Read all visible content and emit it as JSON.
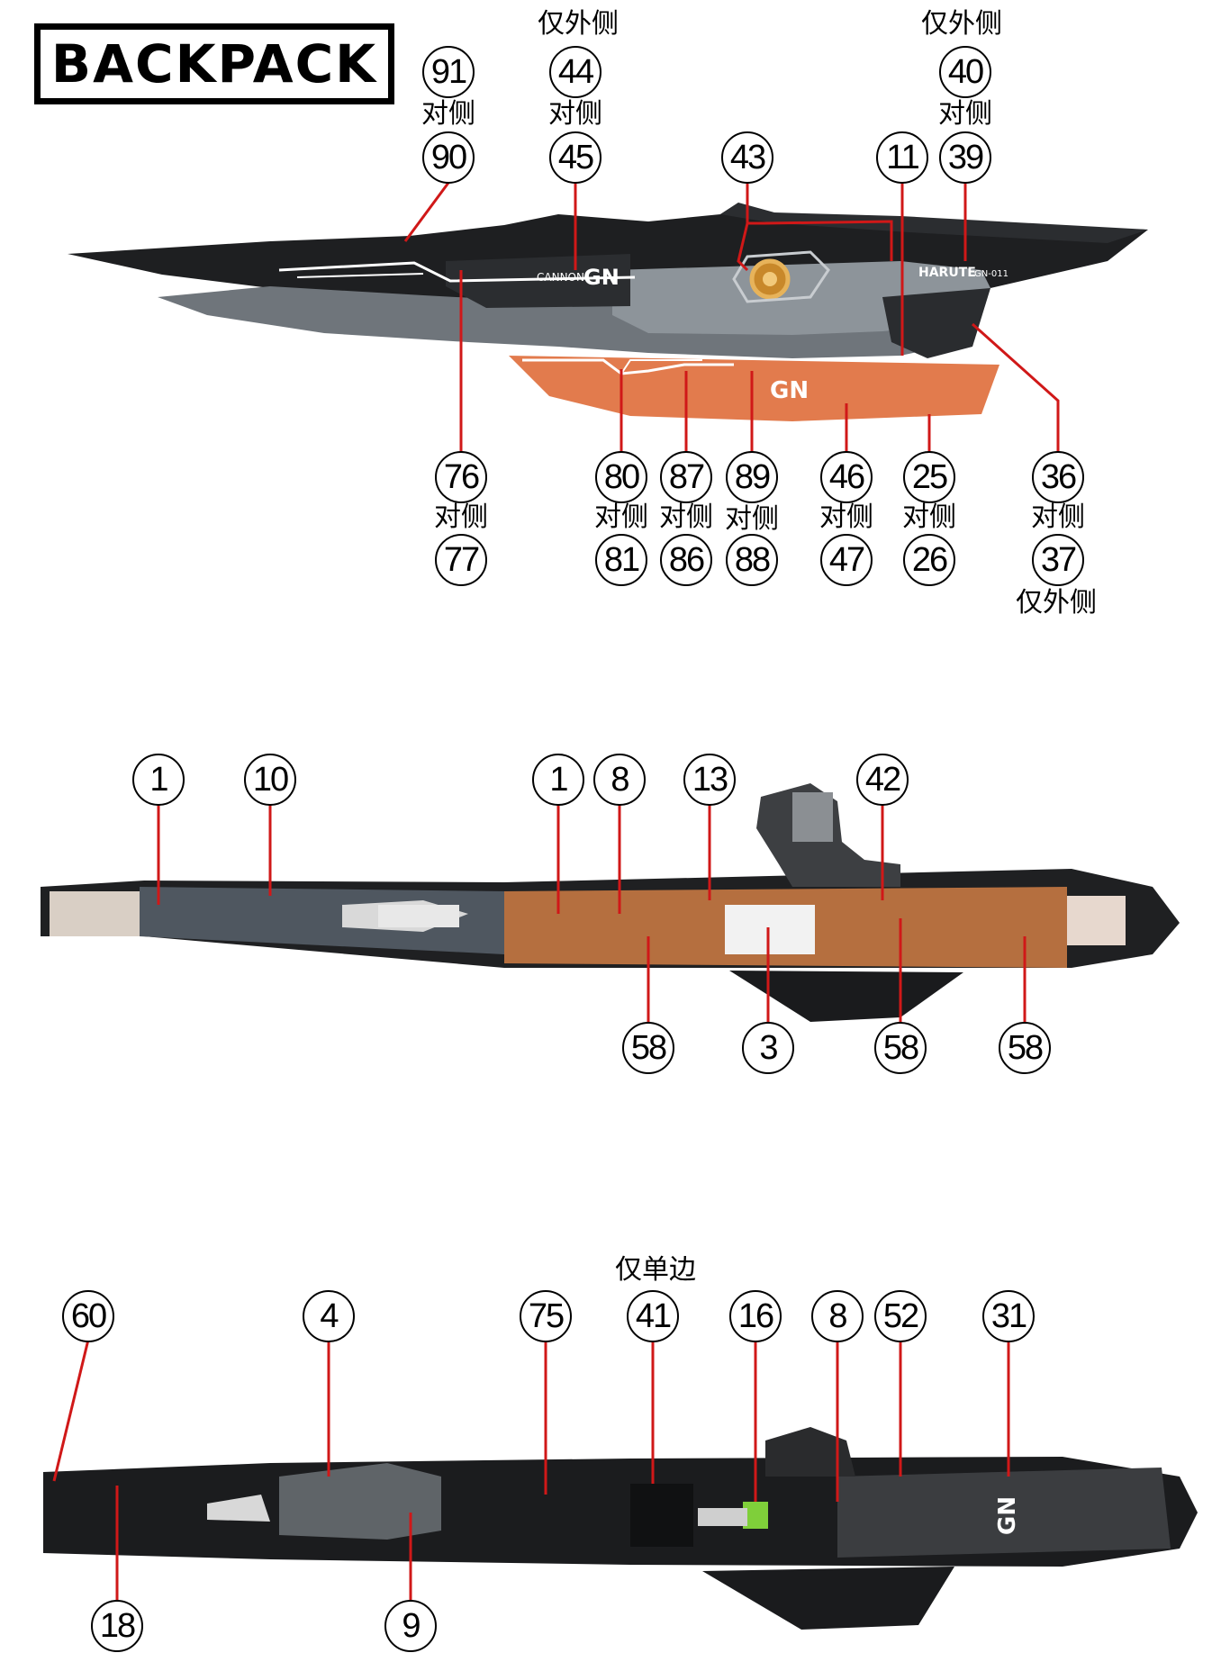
{
  "title": "BACKPACK",
  "notes": {
    "opposite_side": "对侧",
    "outer_side_only": "仅外侧",
    "single_side_only": "仅单边"
  },
  "part_text": {
    "cannon": "CANNON",
    "gn": "GN",
    "harute": "HARUTE",
    "harute_model": "GN-011"
  },
  "colors": {
    "leader_line": "#d01818",
    "dark_panel": "#1e1f21",
    "grey_panel": "#6f757b",
    "orange_panel": "#e27b4d",
    "bronze_panel": "#b56f3f"
  },
  "view1": {
    "labels": [
      "91",
      "90",
      "44",
      "45",
      "43",
      "11",
      "40",
      "39",
      "76",
      "77",
      "80",
      "81",
      "87",
      "86",
      "89",
      "88",
      "46",
      "47",
      "25",
      "26",
      "36",
      "37"
    ]
  },
  "view2": {
    "labels": [
      "1",
      "10",
      "1",
      "8",
      "13",
      "42",
      "58",
      "3",
      "58",
      "58"
    ]
  },
  "view3": {
    "labels": [
      "60",
      "4",
      "75",
      "41",
      "16",
      "8",
      "52",
      "31",
      "18",
      "9"
    ]
  }
}
